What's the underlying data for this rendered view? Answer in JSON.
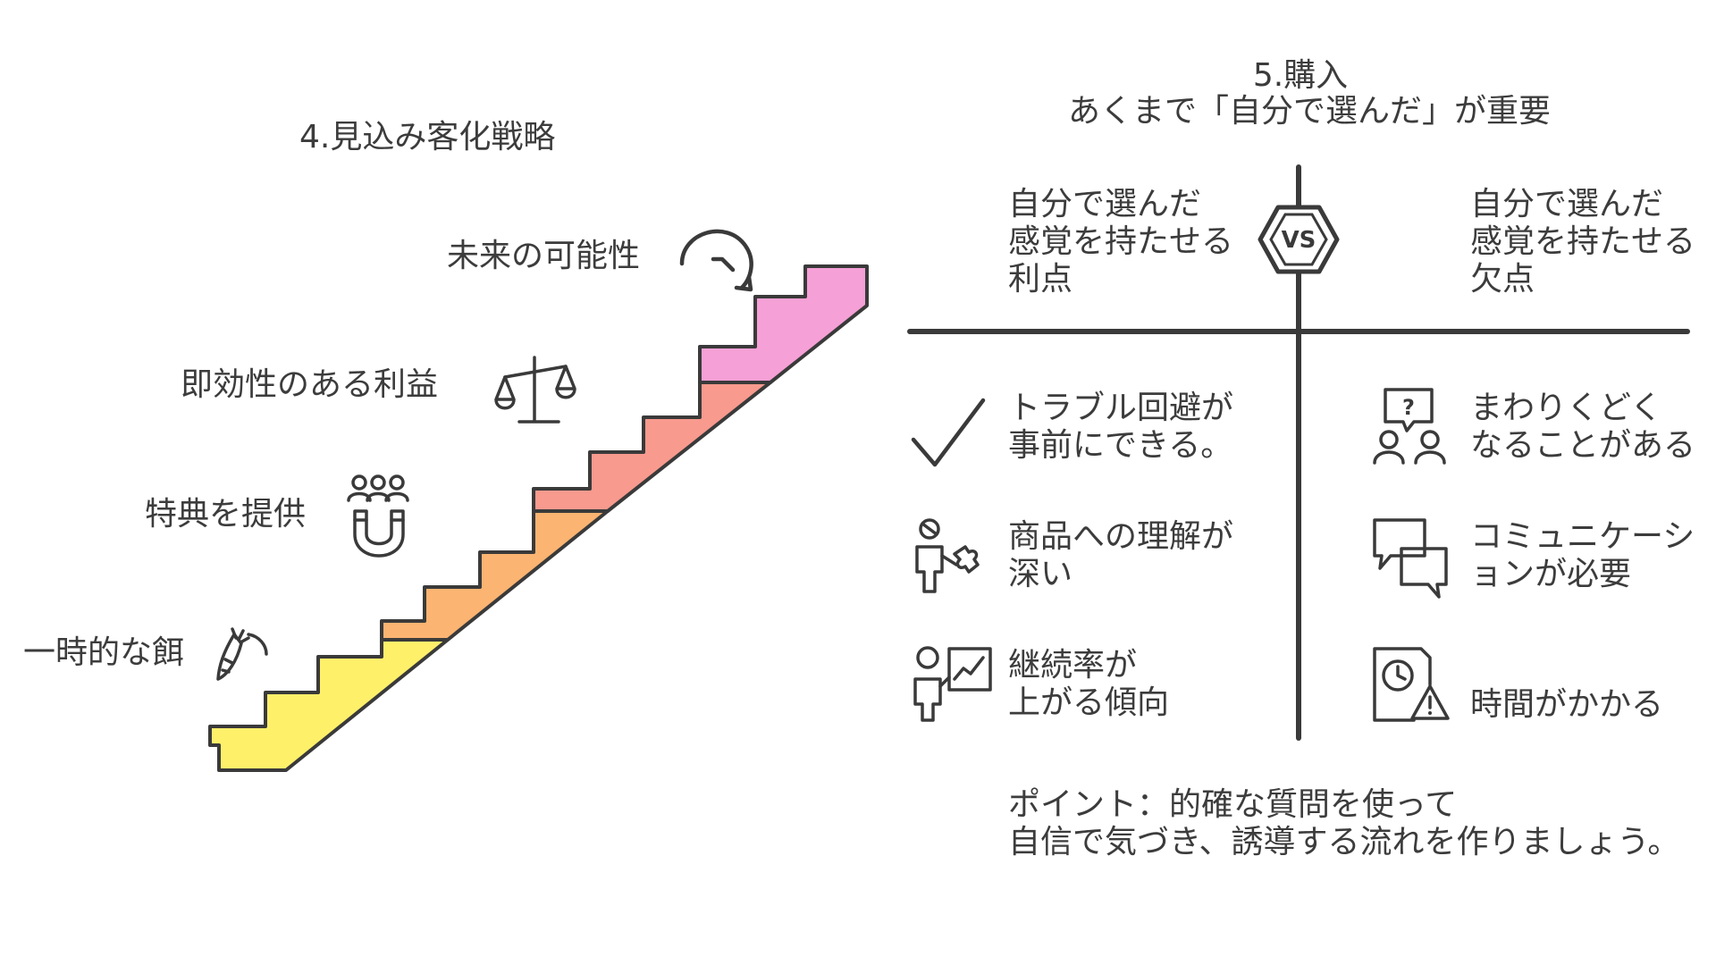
{
  "left": {
    "title": "4.見込み客化戦略",
    "steps": [
      {
        "label": "一時的な餌",
        "icon": "carrot-icon",
        "color": "#fff06a"
      },
      {
        "label": "特典を提供",
        "icon": "magnet-people-icon",
        "color": "#fbb471"
      },
      {
        "label": "即効性のある利益",
        "icon": "scale-icon",
        "color": "#f89a8e"
      },
      {
        "label": "未来の可能性",
        "icon": "circular-arrow-icon",
        "color": "#f5a0d6"
      }
    ]
  },
  "right": {
    "title": "5.購入",
    "subtitle": "あくまで「自分で選んだ」が重要",
    "vs_label": "VS",
    "left_header": "自分で選んだ\n感覚を持たせる\n利点",
    "right_header": "自分で選んだ\n感覚を持たせる\n欠点",
    "pros": [
      {
        "icon": "checkmark-icon",
        "text": "トラブル回避が\n事前にできる。"
      },
      {
        "icon": "person-puzzle-icon",
        "text": "商品への理解が\n深い"
      },
      {
        "icon": "person-chart-icon",
        "text": "継続率が\n上がる傾向"
      }
    ],
    "cons": [
      {
        "icon": "people-question-icon",
        "text": "まわりくどく\nなることがある"
      },
      {
        "icon": "chat-bubbles-icon",
        "text": "コミュニケーシ\nョンが必要"
      },
      {
        "icon": "clock-warning-icon",
        "text": "時間がかかる"
      }
    ],
    "note": "ポイント：的確な質問を使って\n自信で気づき、誘導する流れを作りましょう。"
  }
}
